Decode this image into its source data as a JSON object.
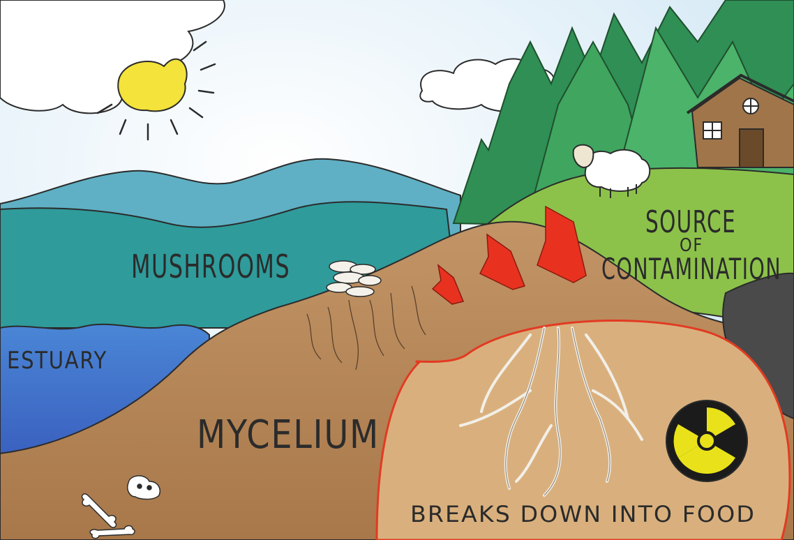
{
  "labels": {
    "mushrooms": "MUSHROOMS",
    "estuary": "ESTUARY",
    "mycelium": "MYCELIUM",
    "source_line1": "SOURCE",
    "source_line2": "OF",
    "source_line3": "CONTAMINATION",
    "breaks_down": "BREAKS DOWN INTO FOOD"
  },
  "colors": {
    "sky": "#dfeef7",
    "water_teal": "#2f9b9b",
    "water_blue": "#3d64c4",
    "soil": "#b98a5b",
    "grass": "#8cc24a",
    "arrow": "#e8321f",
    "radiation_yellow": "#e9e21a"
  },
  "icons": [
    "sun-icon",
    "sheep-icon",
    "cabin-icon",
    "radiation-icon",
    "bone-icon",
    "skull-icon",
    "mushroom-cluster-icon"
  ]
}
